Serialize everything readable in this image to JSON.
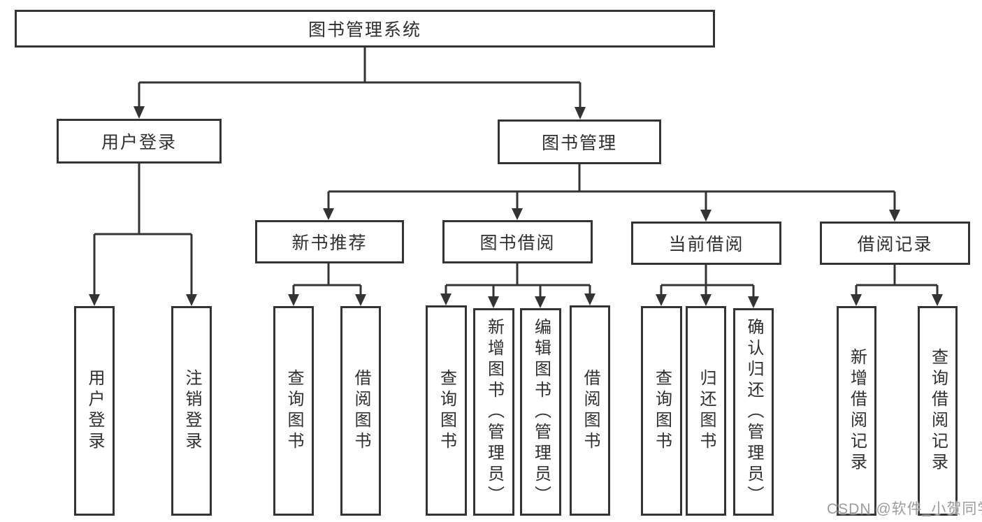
{
  "tree": {
    "label": "图书管理系统",
    "children": [
      {
        "label": "用户登录",
        "children": [
          {
            "label": "用户登录"
          },
          {
            "label": "注销登录"
          }
        ]
      },
      {
        "label": "图书管理",
        "children": [
          {
            "label": "新书推荐",
            "children": [
              {
                "label": "查询图书"
              },
              {
                "label": "借阅图书"
              }
            ]
          },
          {
            "label": "图书借阅",
            "children": [
              {
                "label": "查询图书"
              },
              {
                "label": "新增图书（管理员）"
              },
              {
                "label": "编辑图书（管理员）"
              },
              {
                "label": "借阅图书"
              }
            ]
          },
          {
            "label": "当前借阅",
            "children": [
              {
                "label": "查询图书"
              },
              {
                "label": "归还图书"
              },
              {
                "label": "确认归还（管理员）"
              }
            ]
          },
          {
            "label": "借阅记录",
            "children": [
              {
                "label": "新增借阅记录"
              },
              {
                "label": "查询借阅记录"
              }
            ]
          }
        ]
      }
    ]
  },
  "watermark": {
    "text": "CSDN @软件_小贺同学"
  },
  "colors": {
    "line": "#333333",
    "text": "#2f2f2f",
    "watermark": "#9c9c9c",
    "background": "#ffffff"
  }
}
